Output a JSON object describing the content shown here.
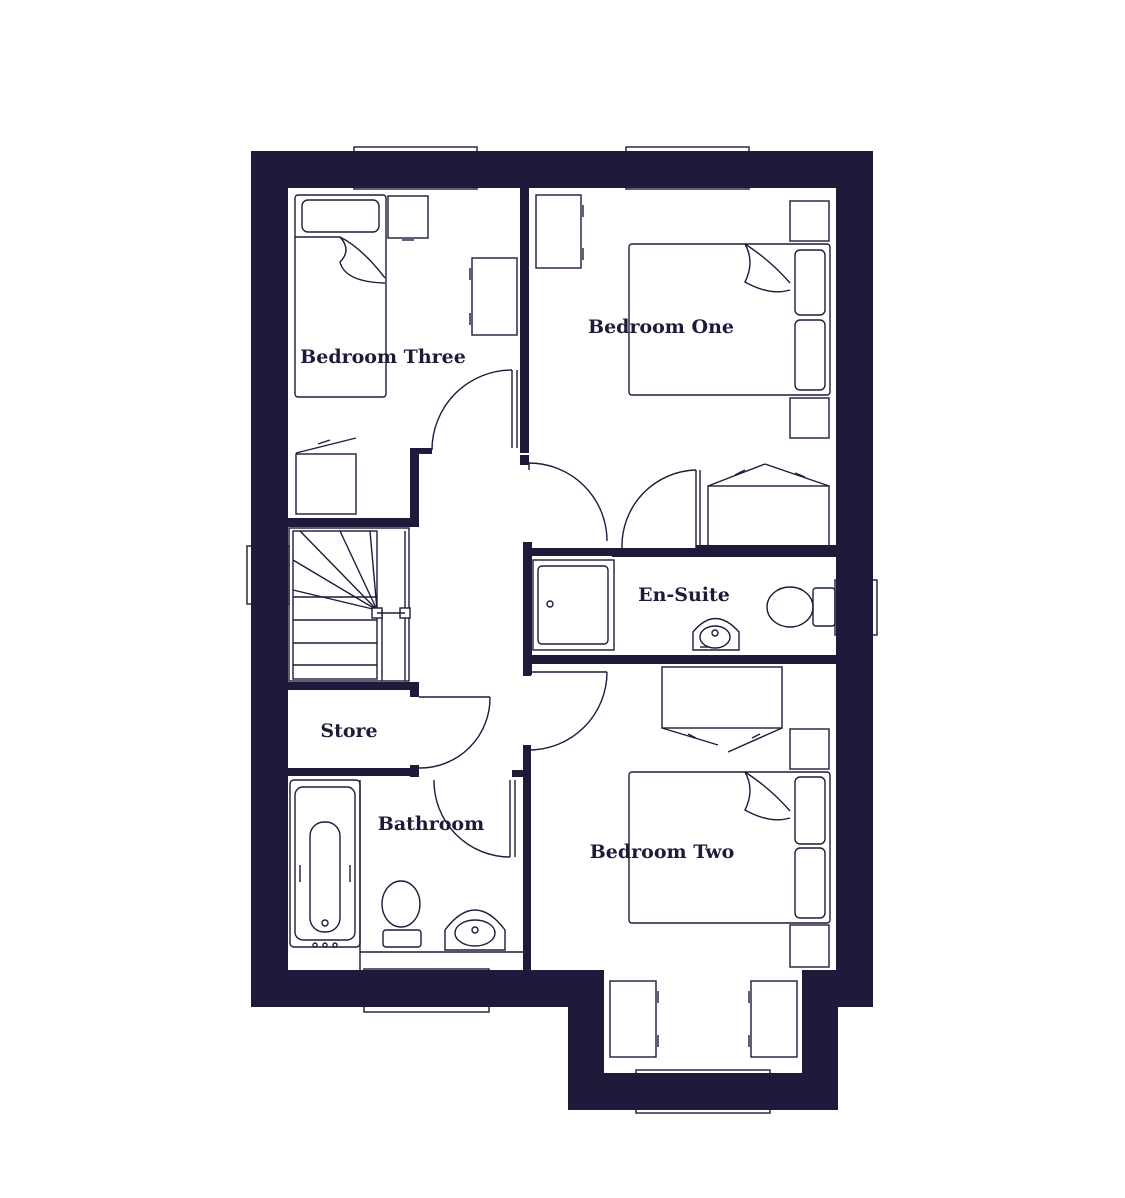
{
  "colors": {
    "wall": "#1e1b3a",
    "background": "#ffffff",
    "label": "#1e1b3a"
  },
  "rooms": {
    "bedroom_three": "Bedroom Three",
    "bedroom_one": "Bedroom One",
    "en_suite": "En-Suite",
    "store": "Store",
    "bathroom": "Bathroom",
    "bedroom_two": "Bedroom Two"
  }
}
